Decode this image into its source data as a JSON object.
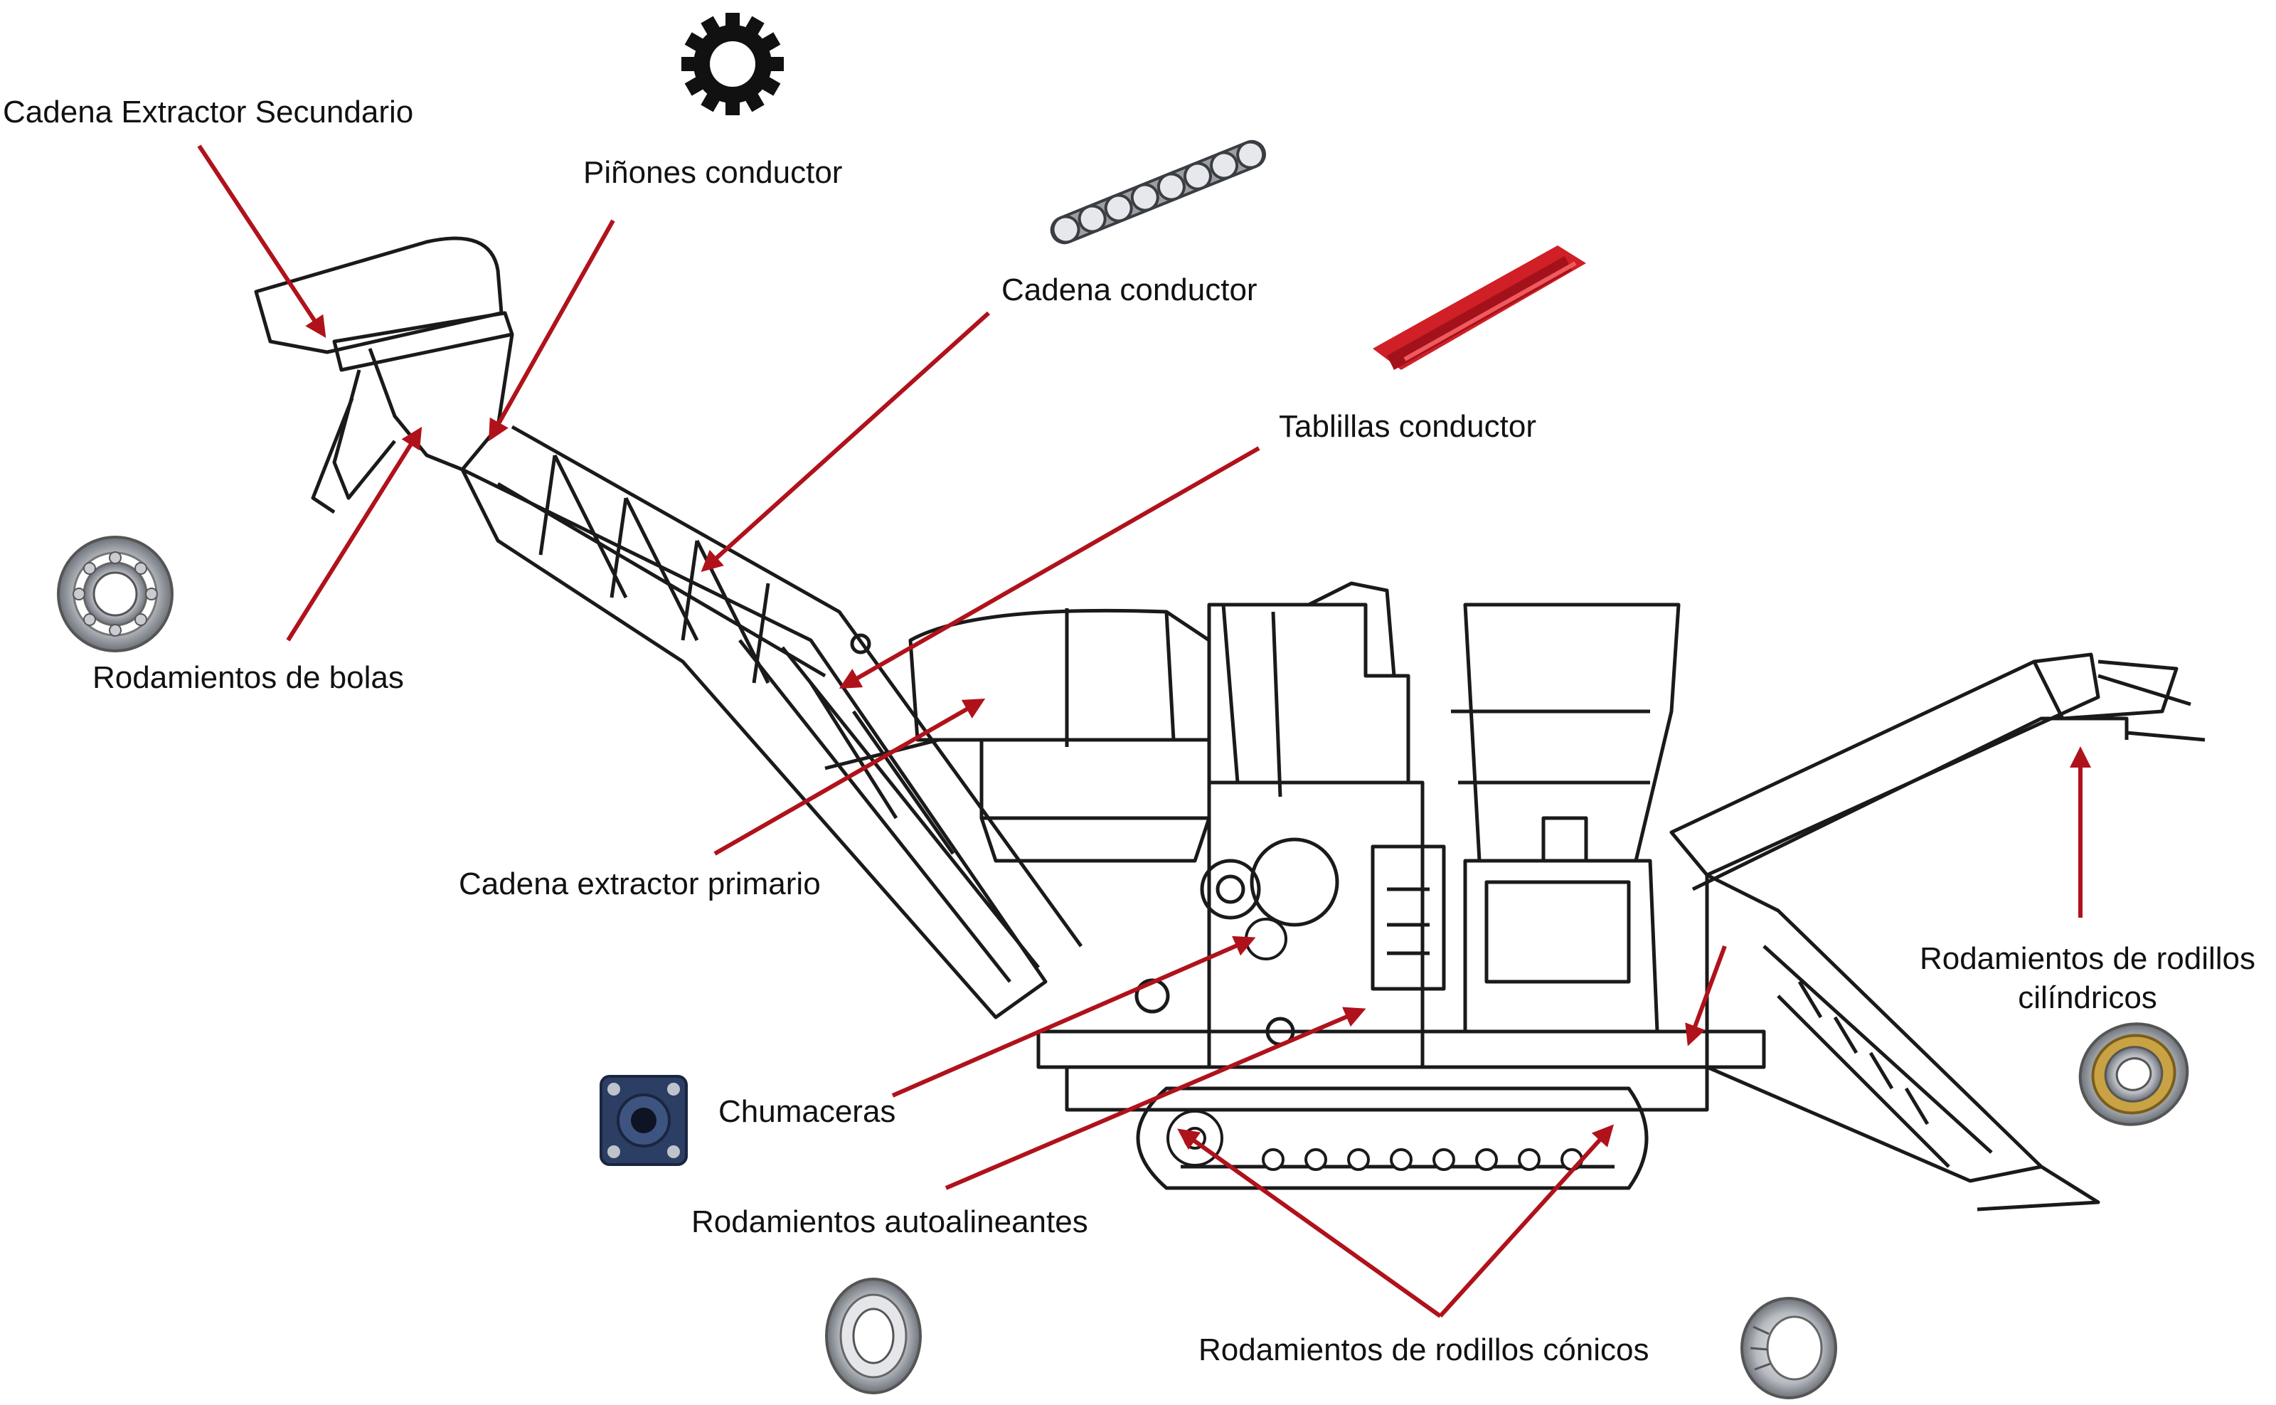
{
  "labels": {
    "cadena_extractor_secundario": "Cadena Extractor Secundario",
    "pinones_conductor": "Piñones conductor",
    "cadena_conductor": "Cadena conductor",
    "tablillas_conductor": "Tablillas conductor",
    "rodamientos_de_bolas": "Rodamientos de bolas",
    "cadena_extractor_primario": "Cadena extractor primario",
    "rodamientos_rodillos_cilindricos_line1": "Rodamientos de rodillos",
    "rodamientos_rodillos_cilindricos_line2": "cilíndricos",
    "chumaceras": "Chumaceras",
    "rodamientos_autoalineantes": "Rodamientos autoalineantes",
    "rodamientos_rodillos_conicos": "Rodamientos de rodillos cónicos"
  },
  "colors": {
    "arrow": "#b0121b",
    "line_art": "#1a1a1a",
    "slat_red": "#d01f26",
    "housing_blue": "#2c3e63",
    "bearing_gold": "#c9a244",
    "steel": "#b8bcc2"
  },
  "icons": [
    "sprocket-icon",
    "roller-chain-icon",
    "red-slat-icon",
    "ball-bearing-icon",
    "pillow-block-icon",
    "deep-groove-bearing-icon",
    "tapered-roller-bearing-icon",
    "cylindrical-roller-bearing-icon"
  ]
}
